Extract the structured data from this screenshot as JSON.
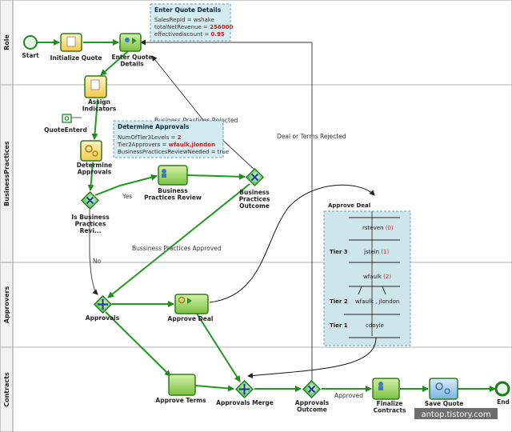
{
  "lanes": [
    {
      "id": "lane-role",
      "label": "Role"
    },
    {
      "id": "lane-business",
      "label": "BusinessPractices"
    },
    {
      "id": "lane-approvers",
      "label": "Approvers"
    },
    {
      "id": "lane-contracts",
      "label": "Contracts"
    }
  ],
  "nodes": {
    "start": "Start",
    "initialize_quote": "Initialize Quote",
    "enter_quote_details": [
      "Enter Quote",
      "Details"
    ],
    "assign_indicators": [
      "Assign",
      "Indicators"
    ],
    "quote_enterd": "QuoteEnterd",
    "determine_approvals": [
      "Determine",
      "Approvals"
    ],
    "is_business_practices": [
      "Is Business",
      "Practices",
      "Revi..."
    ],
    "business_practices_review": [
      "Business",
      "Practices Review"
    ],
    "business_practices_outcome": [
      "Business",
      "Practices",
      "Outcome"
    ],
    "approvals": "Approvals",
    "approve_deal": "Approve Deal",
    "approve_terms": "Approve Terms",
    "approvals_merge": "Approvals Merge",
    "approvals_outcome": [
      "Approvals",
      "Outcome"
    ],
    "finalize_contracts": [
      "Finalize",
      "Contracts"
    ],
    "save_quote": "Save Quote",
    "end": "End"
  },
  "edge_labels": {
    "yes": "Yes",
    "no": "No",
    "approved": "Approved",
    "bp_rejected": "Business Practices Rejected",
    "bp_approved": "Bussiness Practices Approved",
    "deal_terms_rejected": "Deal or Terms Rejected"
  },
  "quote_box": {
    "title": "Enter Quote Details",
    "lines": [
      {
        "text": "SalesRepId = wshake",
        "value": ""
      },
      {
        "text": "totalNetRevenue = ",
        "value": "256000"
      },
      {
        "text": "effectivediscount = ",
        "value": "0.95"
      }
    ]
  },
  "approvals_box": {
    "title": "Determine Approvals",
    "lines": [
      {
        "text": "NumOfTier3Levels = ",
        "value": "2"
      },
      {
        "text": "Tier2Approvers = ",
        "value": "wfaulk,jlondon"
      },
      {
        "text": "BusinessPracticesReviewNeeded = true",
        "value": ""
      }
    ]
  },
  "approve_deal_panel": {
    "title": "Approve Deal",
    "tiers": [
      "Tier 3",
      "Tier 2",
      "Tier 1"
    ],
    "entries": [
      {
        "name": "rsteven",
        "num": "(0)"
      },
      {
        "name": "jstein",
        "num": "(1)"
      },
      {
        "name": "wfaulk",
        "num": "(2)"
      },
      {
        "name": "wfaulk , jlondon",
        "num": ""
      },
      {
        "name": "cdoyle",
        "num": ""
      }
    ]
  },
  "watermark": "antop.tistory.com",
  "colors": {
    "task_green": "#7ac142",
    "task_yellow": "#fbe18a",
    "task_border": "#2e7d1a",
    "flow": "#1f9a1f",
    "gateway": "#5fc65f",
    "panel": "#cfe5ec"
  }
}
